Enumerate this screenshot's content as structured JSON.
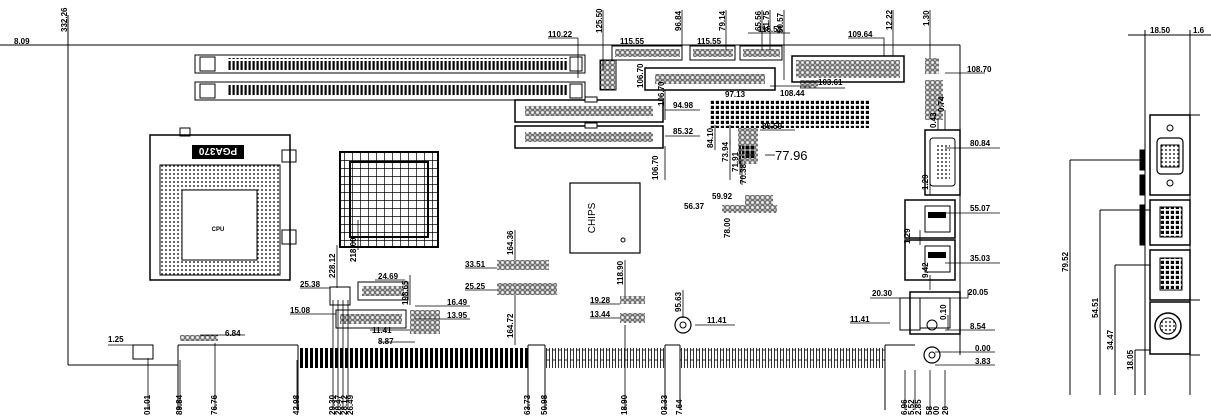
{
  "board": {
    "socket_label": "PGA370",
    "cpu_label": "CPU",
    "chip_label": "CHIPS"
  },
  "dims": {
    "left_line": "8.09",
    "top_vertical": "332.26",
    "d110_22": "110.22",
    "d125_50": "125.50",
    "d96_84": "96.84",
    "d79_14": "79.14",
    "d65_56": "65.56",
    "d61_75": "61.75",
    "d50_57": "50.57",
    "d12_22": "12.22",
    "d1_30": "1.30",
    "d115_55a": "115.55",
    "d115_55b": "115.55",
    "d115_55c": "115.55",
    "d109_64": "109.64",
    "d108_70a": "108.70",
    "d106_70a": "106.70",
    "d106_70b": "106.70",
    "d97_13": "97.13",
    "d108_44": "108.44",
    "d103_61": "103.61",
    "d94_98": "94.98",
    "d85_32": "85.32",
    "d84_10": "84.10",
    "d86_59": "86.59",
    "d0_43": "0.43",
    "d0_74": "0.74",
    "d80_84": "80.84",
    "d73_94": "73.94",
    "d71_91": "71.91",
    "d70_38": "70.38",
    "d77_96": "77.96",
    "d59_92": "59.92",
    "d56_37": "56.37",
    "d78_00": "78.00",
    "d1_29a": "1.29",
    "d55_07": "55.07",
    "d1_29b": "1.29",
    "d35_03": "35.03",
    "d9_42": "9.42",
    "d20_30": "20.30",
    "d20_05": "20.05",
    "d0_10": "0.10",
    "d11_41c": "11.41",
    "d8_54": "8.54",
    "d0_00": "0.00",
    "d3_83": "3.83",
    "d164_36": "164.36",
    "d33_51": "33.51",
    "d25_25": "25.25",
    "d164_72": "164.72",
    "d118_90a": "118.90",
    "d19_28": "19.28",
    "d13_44": "13.44",
    "d95_63": "95.63",
    "d11_41b": "11.41",
    "d228_12": "228.12",
    "d218_00": "218.00",
    "d24_69": "24.69",
    "d25_38": "25.38",
    "d198_65": "198.65",
    "d16_49": "16.49",
    "d13_95": "13.95",
    "d15_08": "15.08",
    "d11_41a": "11.41",
    "d8_87": "8.87",
    "d1_25": "1.25",
    "d6_84": "6.84",
    "b01_01": "01.01",
    "b89_84": "89.84",
    "b76_76": "76.76",
    "b42_98": "42.98",
    "b29_30": "29.30",
    "b28_47": "28.47",
    "b28_12": "28.12",
    "b26_49": "26.49",
    "b63_73": "63.73",
    "b50_98": "50.98",
    "b18_90": "18.90",
    "b03_33": "03.33",
    "b7_64": "7.64",
    "b6_96": "6.96",
    "b5_52": "5.52",
    "b2_85": "2.85",
    "b_58": "58",
    "b_00": "00",
    "b_20": "20",
    "s18_50": "18.50",
    "s1_6": "1.6",
    "s79_52": "79.52",
    "s54_51": "54.51",
    "s34_47": "34.47",
    "s18_05": "18.05"
  }
}
